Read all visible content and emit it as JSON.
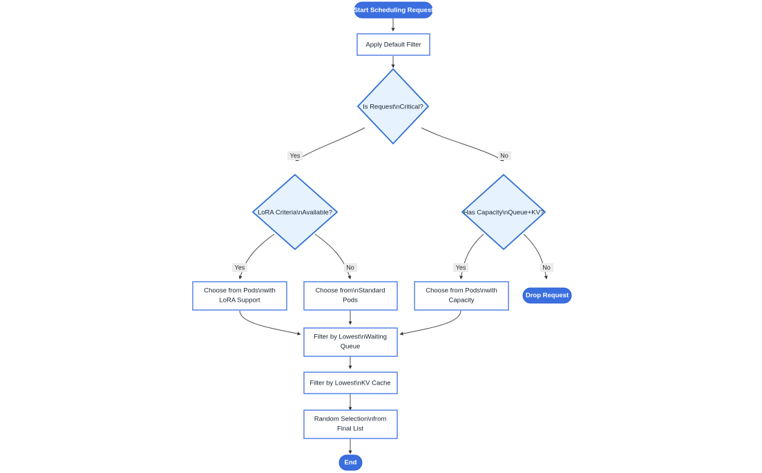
{
  "diagram": {
    "type": "flowchart",
    "orientation": "top-down",
    "background_color": "#ffffff",
    "colors": {
      "terminal_fill": "#3b6fe0",
      "terminal_text": "#ffffff",
      "process_fill": "#ffffff",
      "process_stroke": "#4a7ae0",
      "decision_fill": "#e6f2fd",
      "decision_stroke": "#2f6fd0",
      "edge_stroke": "#4b4b4b",
      "edge_label_bg": "#ececec",
      "node_text": "#16212e"
    },
    "nodes": {
      "start": {
        "id": "start",
        "shape": "stadium",
        "label": "Start Scheduling Request"
      },
      "apply_default_filter": {
        "id": "apply_default_filter",
        "shape": "rect",
        "label": "Apply Default Filter"
      },
      "is_request_critical": {
        "id": "is_request_critical",
        "shape": "diamond",
        "label": "Is Request\\nCritical?"
      },
      "lora_criteria_available": {
        "id": "lora_criteria_available",
        "shape": "diamond",
        "label": "LoRA Criteria\\nAvailable?"
      },
      "has_capacity": {
        "id": "has_capacity",
        "shape": "diamond",
        "label": "Has Capacity\\nQueue+KV?"
      },
      "choose_lora_pods": {
        "id": "choose_lora_pods",
        "shape": "rect",
        "label_line1": "Choose from Pods\\nwith",
        "label_line2": "LoRA Support"
      },
      "choose_standard_pods": {
        "id": "choose_standard_pods",
        "shape": "rect",
        "label_line1": "Choose from\\nStandard",
        "label_line2": "Pods"
      },
      "choose_capacity_pods": {
        "id": "choose_capacity_pods",
        "shape": "rect",
        "label_line1": "Choose from Pods\\nwith",
        "label_line2": "Capacity"
      },
      "drop_request": {
        "id": "drop_request",
        "shape": "stadium",
        "label": "Drop Request"
      },
      "filter_waiting_queue": {
        "id": "filter_waiting_queue",
        "shape": "rect",
        "label_line1": "Filter by Lowest\\nWaiting",
        "label_line2": "Queue"
      },
      "filter_kv_cache": {
        "id": "filter_kv_cache",
        "shape": "rect",
        "label": "Filter by Lowest\\nKV Cache"
      },
      "random_selection": {
        "id": "random_selection",
        "shape": "rect",
        "label_line1": "Random Selection\\nfrom",
        "label_line2": "Final List"
      },
      "end": {
        "id": "end",
        "shape": "stadium",
        "label": "End"
      }
    },
    "edge_labels": {
      "critical_yes": "Yes",
      "critical_no": "No",
      "lora_yes": "Yes",
      "lora_no": "No",
      "capacity_yes": "Yes",
      "capacity_no": "No"
    },
    "edges": [
      {
        "from": "start",
        "to": "apply_default_filter",
        "label": ""
      },
      {
        "from": "apply_default_filter",
        "to": "is_request_critical",
        "label": ""
      },
      {
        "from": "is_request_critical",
        "to": "lora_criteria_available",
        "label": "Yes"
      },
      {
        "from": "is_request_critical",
        "to": "has_capacity",
        "label": "No"
      },
      {
        "from": "lora_criteria_available",
        "to": "choose_lora_pods",
        "label": "Yes"
      },
      {
        "from": "lora_criteria_available",
        "to": "choose_standard_pods",
        "label": "No"
      },
      {
        "from": "has_capacity",
        "to": "choose_capacity_pods",
        "label": "Yes"
      },
      {
        "from": "has_capacity",
        "to": "drop_request",
        "label": "No"
      },
      {
        "from": "choose_lora_pods",
        "to": "filter_waiting_queue",
        "label": ""
      },
      {
        "from": "choose_standard_pods",
        "to": "filter_waiting_queue",
        "label": ""
      },
      {
        "from": "choose_capacity_pods",
        "to": "filter_waiting_queue",
        "label": ""
      },
      {
        "from": "filter_waiting_queue",
        "to": "filter_kv_cache",
        "label": ""
      },
      {
        "from": "filter_kv_cache",
        "to": "random_selection",
        "label": ""
      },
      {
        "from": "random_selection",
        "to": "end",
        "label": ""
      }
    ]
  }
}
